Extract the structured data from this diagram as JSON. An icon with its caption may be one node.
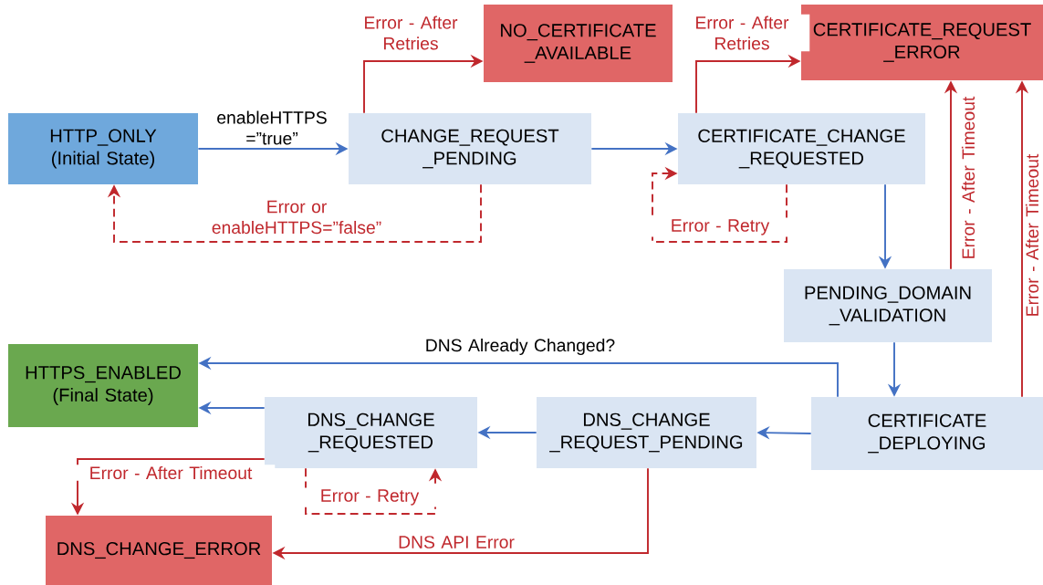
{
  "diagram": {
    "nodes": [
      {
        "text": [
          "HTTP_ONLY",
          "(Initial State)"
        ]
      },
      {
        "text": [
          "CHANGE_REQUEST _PENDING"
        ]
      },
      {
        "text": [
          "NO_CERTIFICATE _AVAILABLE"
        ]
      },
      {
        "text": [
          "CERTIFICATE_CHANGE _REQUESTED"
        ]
      },
      {
        "text": [
          "CERTIFICATE_REQUEST _ERROR"
        ]
      },
      {
        "text": [
          "PENDING_DOMAIN _VALIDATION"
        ]
      },
      {
        "text": [
          "CERTIFICATE _DEPLOYING"
        ]
      },
      {
        "text": [
          "DNS_CHANGE _REQUEST_PENDING"
        ]
      },
      {
        "text": [
          "DNS_CHANGE _REQUESTED"
        ]
      },
      {
        "text": [
          "HTTPS_ENABLED",
          "(Final State)"
        ]
      },
      {
        "text": [
          "DNS_CHANGE_ERROR"
        ]
      }
    ],
    "edges": [
      {
        "from": 0,
        "to": 1,
        "arrow": "to",
        "label": "enableHTTPS =”true”",
        "color": "#4472c4"
      },
      {
        "from": 1,
        "to": 0,
        "arrow": "to",
        "label": "Error or enableHTTPS=”false”",
        "style": "dashed"
      },
      {
        "from": 1,
        "to": 2,
        "arrow": "to",
        "label": "Error - After Retries"
      },
      {
        "from": 1,
        "to": 3,
        "arrow": "to",
        "color": "#4472c4"
      },
      {
        "from": 3,
        "to": 3,
        "arrow": "to",
        "label": "Error - Retry",
        "style": "dashed"
      },
      {
        "from": 3,
        "to": 4,
        "arrow": "to",
        "label": "Error - After Retries"
      },
      {
        "from": 3,
        "to": 5,
        "arrow": "to",
        "color": "#4472c4"
      },
      {
        "from": 5,
        "to": 4,
        "arrow": "to",
        "label": "Error - After Timeout"
      },
      {
        "from": 6,
        "to": 4,
        "arrow": "to",
        "label": "Error - After Timeout"
      },
      {
        "from": 5,
        "to": 6,
        "arrow": "to",
        "color": "#4472c4"
      },
      {
        "from": 6,
        "to": 9,
        "arrow": "to",
        "label": "DNS Already Changed?",
        "color": "#4472c4"
      },
      {
        "from": 6,
        "to": 7,
        "arrow": "to",
        "color": "#4472c4"
      },
      {
        "from": 7,
        "to": 8,
        "arrow": "to",
        "color": "#4472c4"
      },
      {
        "from": 8,
        "to": 9,
        "arrow": "to",
        "color": "#4472c4"
      },
      {
        "from": 8,
        "to": 10,
        "arrow": "to",
        "label": "Error - After Timeout"
      },
      {
        "from": 8,
        "to": 8,
        "arrow": "to",
        "label": "Error - Retry",
        "style": "dashed"
      },
      {
        "from": 7,
        "to": 10,
        "arrow": "to",
        "label": "DNS API Error"
      }
    ]
  }
}
